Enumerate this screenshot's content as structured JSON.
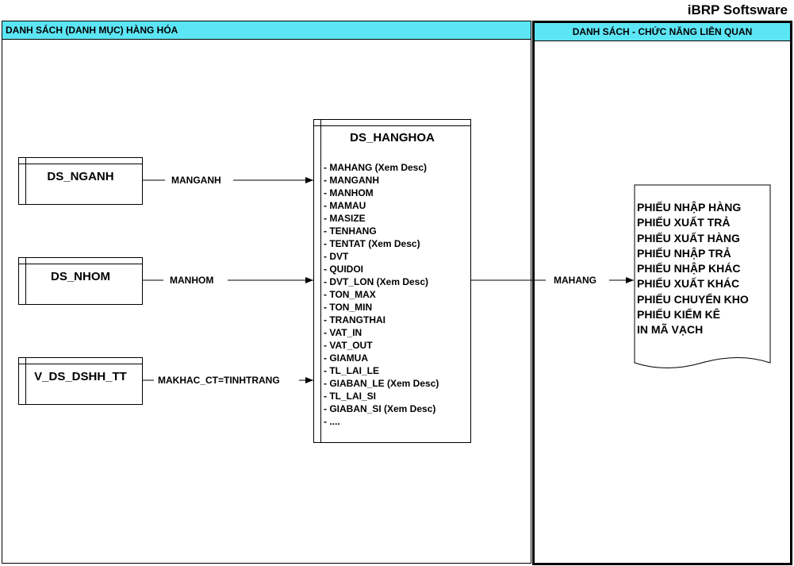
{
  "brand": "iBRP Softsware",
  "left_panel": {
    "title": "DANH SÁCH (DANH MỤC) HÀNG HÓA"
  },
  "right_panel": {
    "title": "DANH SÁCH - CHỨC NĂNG LIÊN QUAN"
  },
  "entities": {
    "nganh": "DS_NGANH",
    "nhom": "DS_NHOM",
    "dshh": "V_DS_DSHH_TT",
    "hanghoa": "DS_HANGHOA"
  },
  "hanghoa_fields": [
    "- MAHANG (Xem Desc)",
    "- MANGANH",
    "- MANHOM",
    "- MAMAU",
    "- MASIZE",
    "- TENHANG",
    "- TENTAT (Xem Desc)",
    "- DVT",
    "- QUIDOI",
    "- DVT_LON (Xem Desc)",
    "- TON_MAX",
    "- TON_MIN",
    "- TRANGTHAI",
    "- VAT_IN",
    "- VAT_OUT",
    "- GIAMUA",
    "- TL_LAI_LE",
    "- GIABAN_LE (Xem Desc)",
    "- TL_LAI_SI",
    "- GIABAN_SI (Xem Desc)",
    "- ...."
  ],
  "relations": {
    "manganh": "MANGANH",
    "manhom": "MANHOM",
    "makhac": "MAKHAC_CT=TINHTRANG",
    "mahang": "MAHANG"
  },
  "functions": [
    "PHIẾU NHẬP HÀNG",
    "PHIẾU XUẤT TRẢ",
    "PHIẾU XUẤT HÀNG",
    "PHIẾU NHẬP TRẢ",
    "PHIẾU NHẬP KHÁC",
    "PHIẾU XUẤT KHÁC",
    "PHIẾU CHUYỂN KHO",
    "PHIẾU KIỂM KÊ",
    "IN MÃ VẠCH"
  ],
  "colors": {
    "header_bg": "#5ce6f5",
    "line": "#000000"
  }
}
